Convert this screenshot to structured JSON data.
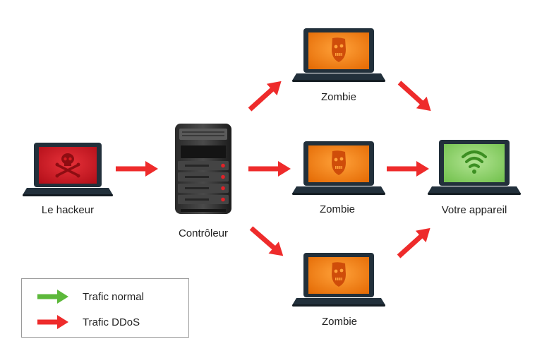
{
  "nodes": {
    "hacker": {
      "label": "Le hackeur"
    },
    "controller": {
      "label": "Contrôleur"
    },
    "zombie_top": {
      "label": "Zombie"
    },
    "zombie_middle": {
      "label": "Zombie"
    },
    "zombie_bottom": {
      "label": "Zombie"
    },
    "target": {
      "label": "Votre appareil"
    }
  },
  "legend": {
    "normal": {
      "label": "Trafic normal",
      "color": "#5cb83a"
    },
    "ddos": {
      "label": "Trafic DDoS",
      "color": "#ee2b2b"
    }
  },
  "colors": {
    "hacker_screen": "#d81c22",
    "zombie_screen": "#f5870f",
    "target_screen": "#8cd06a",
    "laptop_body": "#22303b"
  },
  "icons": {
    "hacker": "skull-crossbones-icon",
    "zombie": "zombie-face-icon",
    "target": "wifi-icon",
    "controller": "server-tower-icon"
  }
}
